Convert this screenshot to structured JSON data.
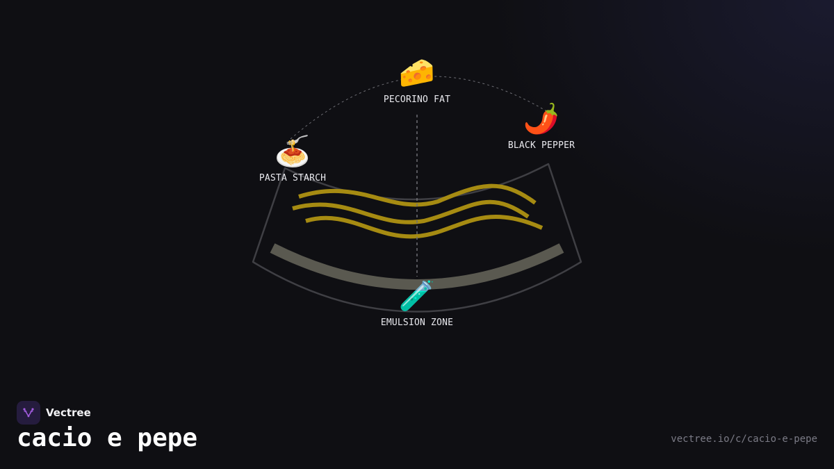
{
  "diagram": {
    "nodes": [
      {
        "id": "pecorino",
        "label": "PECORINO FAT",
        "icon": "cheese-icon",
        "glyph": "🧀"
      },
      {
        "id": "pepper",
        "label": "BLACK PEPPER",
        "icon": "chili-pepper-icon",
        "glyph": "🌶️"
      },
      {
        "id": "starch",
        "label": "PASTA STARCH",
        "icon": "spaghetti-icon",
        "glyph": "🍝"
      },
      {
        "id": "emulsion",
        "label": "EMULSION ZONE",
        "icon": "test-tube-icon",
        "glyph": "🧪"
      }
    ],
    "colors": {
      "bowl_outline": "#3f3f44",
      "sauce": "#5a5950",
      "noodles": "#a68b12",
      "connector": "#6e6e74"
    }
  },
  "footer": {
    "brand": "Vectree",
    "title": "cacio e pepe",
    "url": "vectree.io/c/cacio-e-pepe"
  },
  "colors": {
    "background": "#0f0f13",
    "logo_bg": "#251c3e",
    "logo_accent": "#a35ce0"
  }
}
